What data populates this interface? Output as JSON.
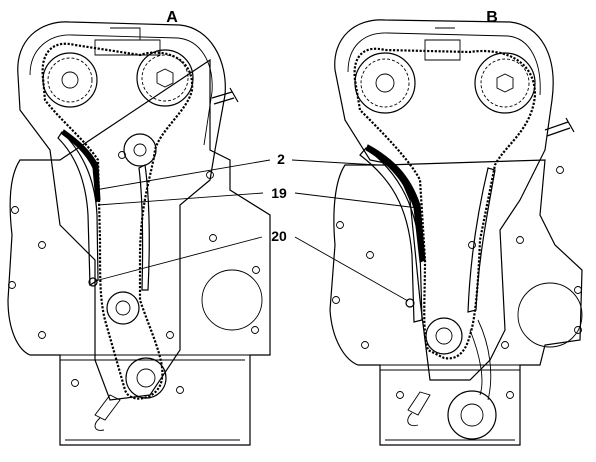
{
  "panels": [
    {
      "id": "A",
      "label": "A"
    },
    {
      "id": "B",
      "label": "B"
    }
  ],
  "callouts": [
    {
      "id": "c2",
      "number": "2"
    },
    {
      "id": "c19",
      "number": "19"
    },
    {
      "id": "c20",
      "number": "20"
    }
  ]
}
